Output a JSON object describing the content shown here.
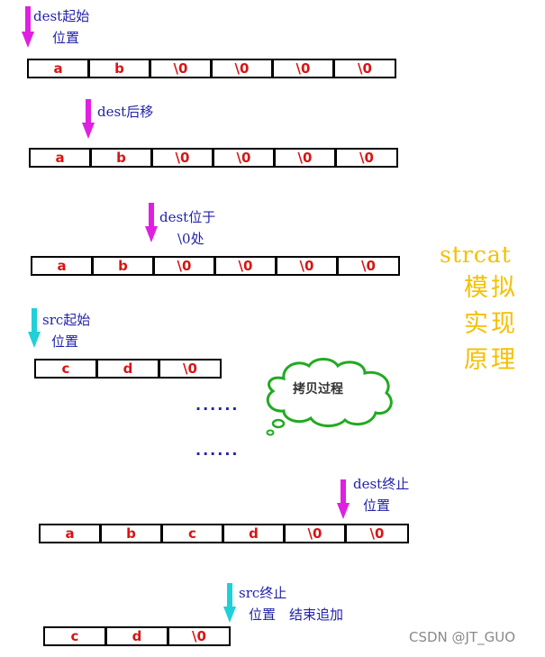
{
  "steps": {
    "s1": {
      "label_l1": "dest起始",
      "label_l2": "位置",
      "cells": [
        "a",
        "b",
        "\\0",
        "\\0",
        "\\0",
        "\\0"
      ]
    },
    "s2": {
      "label_l1": "dest后移",
      "cells": [
        "a",
        "b",
        "\\0",
        "\\0",
        "\\0",
        "\\0"
      ]
    },
    "s3": {
      "label_l1": "dest位于",
      "label_l2": "\\0处",
      "cells": [
        "a",
        "b",
        "\\0",
        "\\0",
        "\\0",
        "\\0"
      ]
    },
    "s4": {
      "label_l1": "src起始",
      "label_l2": "位置",
      "cells": [
        "c",
        "d",
        "\\0"
      ]
    },
    "s5": {
      "label_l1": "dest终止",
      "label_l2": "位置",
      "cells": [
        "a",
        "b",
        "c",
        "d",
        "\\0",
        "\\0"
      ]
    },
    "s6": {
      "label_l1": "src终止",
      "label_l2": "位置　结束追加",
      "cells": [
        "c",
        "d",
        "\\0"
      ]
    }
  },
  "cloud_text": "拷贝过程",
  "dots1": "......",
  "dots2": "......",
  "title": {
    "line1": "strcat",
    "line2": "模拟",
    "line3": "实现",
    "line4": "原理"
  },
  "watermark": "CSDN @JT_GUO",
  "colors": {
    "magenta_arrow": "#e020e0",
    "cyan_arrow": "#20d0d8",
    "cell_text": "#d81414",
    "label_text": "#2222aa",
    "title": "#f5c000",
    "cloud_stroke": "#22aa22"
  }
}
